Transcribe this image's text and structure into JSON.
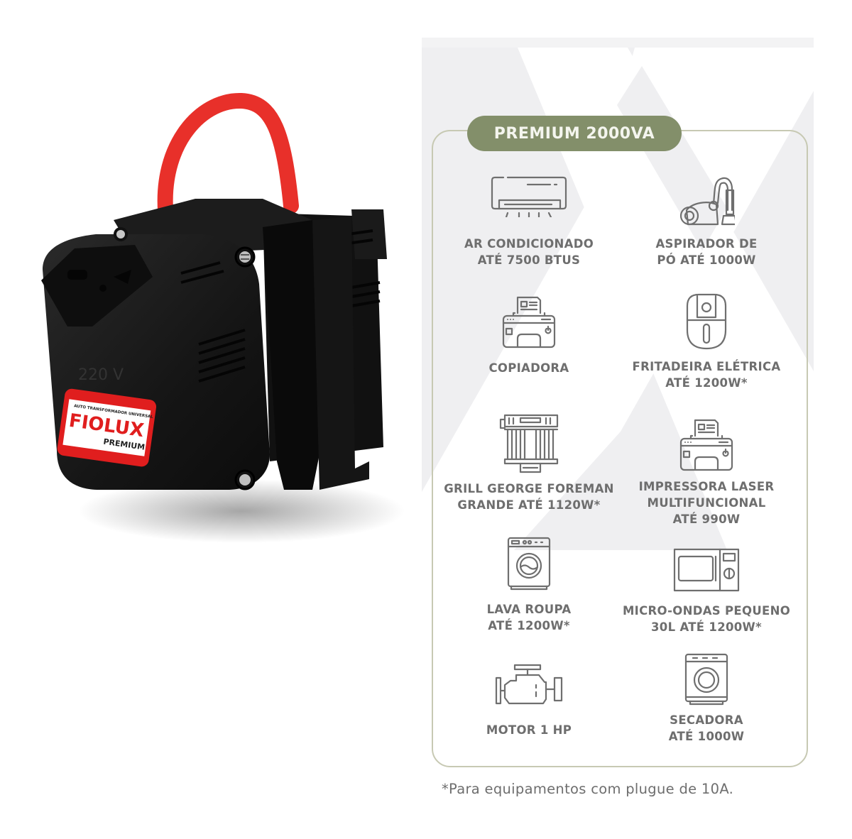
{
  "product": {
    "brand": "FIOLUX",
    "line": "PREMIUM",
    "label_caption": "AUTO TRANSFORMADOR UNIVERSAL",
    "voltage_mark": "220 V",
    "colors": {
      "body": "#141414",
      "handle": "#e8302a",
      "label_red": "#e01e1e"
    }
  },
  "spec_card": {
    "title": "PREMIUM 2000VA",
    "colors": {
      "pill": "#838f6a",
      "border": "#c7c9b3",
      "text": "#6e6e6e"
    },
    "items": [
      {
        "icon": "air-conditioner-icon",
        "label": "AR CONDICIONADO\nATÉ 7500 BTUS"
      },
      {
        "icon": "vacuum-cleaner-icon",
        "label": "ASPIRADOR DE\nPÓ ATÉ 1000W"
      },
      {
        "icon": "copier-icon",
        "label": "COPIADORA"
      },
      {
        "icon": "air-fryer-icon",
        "label": "FRITADEIRA ELÉTRICA\nATÉ 1200W*"
      },
      {
        "icon": "grill-icon",
        "label": "GRILL GEORGE FOREMAN\nGRANDE ATÉ 1120W*"
      },
      {
        "icon": "laser-printer-icon",
        "label": "IMPRESSORA LASER\nMULTIFUNCIONAL\nATÉ 990W"
      },
      {
        "icon": "washing-machine-icon",
        "label": "LAVA ROUPA\nATÉ 1200W*"
      },
      {
        "icon": "microwave-icon",
        "label": "MICRO-ONDAS PEQUENO\n30L ATÉ 1200W*"
      },
      {
        "icon": "motor-icon",
        "label": "MOTOR 1 HP"
      },
      {
        "icon": "dryer-icon",
        "label": "SECADORA\nATÉ 1000W"
      }
    ]
  },
  "footnote": "*Para equipamentos com plugue de 10A."
}
